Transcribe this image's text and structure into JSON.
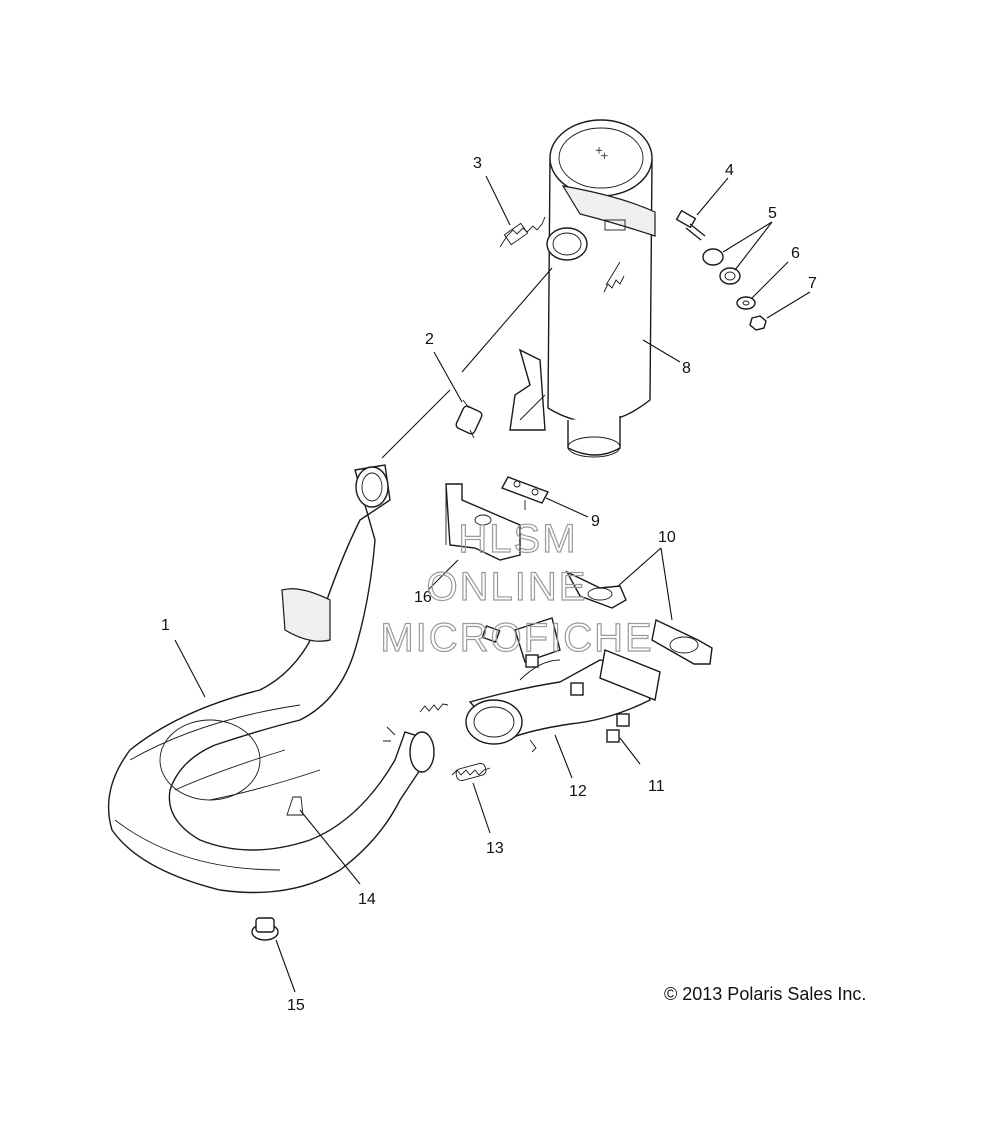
{
  "callouts": [
    {
      "id": "1",
      "label": "1"
    },
    {
      "id": "2",
      "label": "2"
    },
    {
      "id": "3",
      "label": "3"
    },
    {
      "id": "4",
      "label": "4"
    },
    {
      "id": "5",
      "label": "5"
    },
    {
      "id": "6",
      "label": "6"
    },
    {
      "id": "7",
      "label": "7"
    },
    {
      "id": "8",
      "label": "8"
    },
    {
      "id": "9",
      "label": "9"
    },
    {
      "id": "10",
      "label": "10"
    },
    {
      "id": "11",
      "label": "11"
    },
    {
      "id": "12",
      "label": "12"
    },
    {
      "id": "13",
      "label": "13"
    },
    {
      "id": "14",
      "label": "14"
    },
    {
      "id": "15",
      "label": "15"
    },
    {
      "id": "16",
      "label": "16"
    }
  ],
  "watermark": {
    "line1": "HLSM",
    "line2": "ONLINE",
    "line3": "MICROFICHE"
  },
  "copyright": "© 2013 Polaris Sales Inc."
}
